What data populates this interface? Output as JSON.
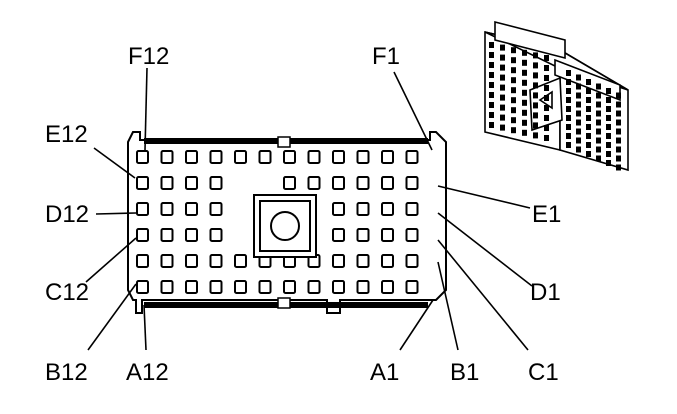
{
  "connector": {
    "row_letters": [
      "A",
      "B",
      "C",
      "D",
      "E",
      "F"
    ],
    "pins_per_row": 12,
    "missing_pins": [
      "D5",
      "D6",
      "D7",
      "D8",
      "C5",
      "C6",
      "C7",
      "C8",
      "E7",
      "E8"
    ]
  },
  "labels": {
    "F12": "F12",
    "F1": "F1",
    "E12": "E12",
    "E1": "E1",
    "D12": "D12",
    "D1": "D1",
    "C12": "C12",
    "C1": "C1",
    "B12": "B12",
    "B1": "B1",
    "A12": "A12",
    "A1": "A1"
  }
}
